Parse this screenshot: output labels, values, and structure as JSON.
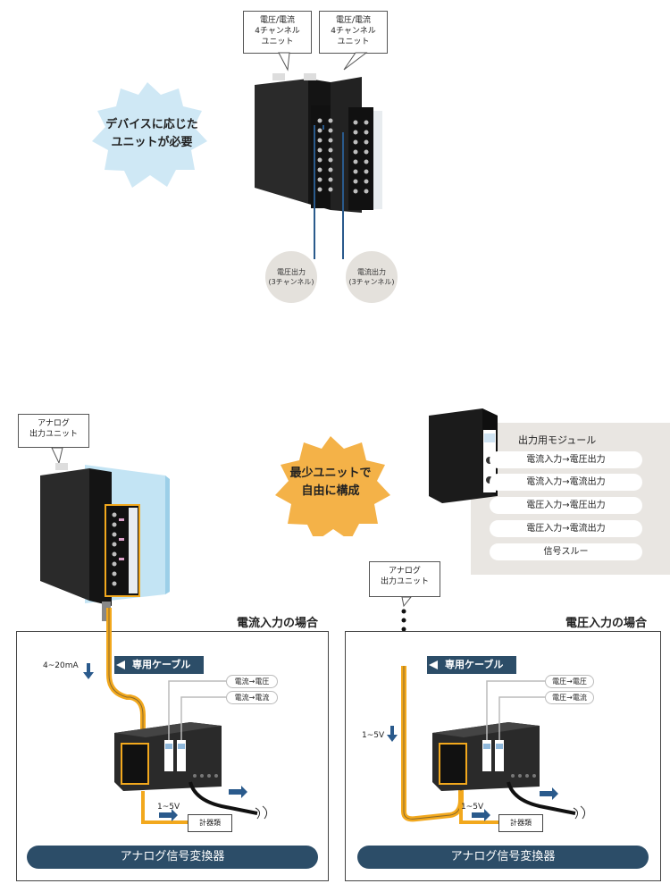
{
  "top": {
    "callout_left": "電圧/電流\n4チャンネル\nユニット",
    "callout_right": "電圧/電流\n4チャンネル\nユニット",
    "burst_text": "デバイスに応じた\nユニットが必要",
    "circle_left": "電圧出力\n(3チャンネル)",
    "circle_right": "電流出力\n(3チャンネル)"
  },
  "middle": {
    "analog_callout": "アナログ\n出力ユニット",
    "burst_text": "最少ユニットで\n自由に構成",
    "module_title": "出力用モジュール",
    "module_items": [
      "電流入力→電圧出力",
      "電流入力→電流出力",
      "電圧入力→電圧出力",
      "電圧入力→電流出力",
      "信号スルー"
    ]
  },
  "case_current": {
    "title": "電流入力の場合",
    "input_label": "4~20mA",
    "cable_label": "専用ケーブル",
    "tag_1": "電流→電圧",
    "tag_2": "電流→電流",
    "output_label": "1~5V",
    "meter": "計器類",
    "footer": "アナログ信号変換器"
  },
  "case_voltage": {
    "analog_callout": "アナログ\n出力ユニット",
    "title": "電圧入力の場合",
    "input_label": "1~5V",
    "cable_label": "専用ケーブル",
    "tag_1": "電圧→電圧",
    "tag_2": "電圧→電流",
    "output_label": "1~5V",
    "meter": "計器類",
    "footer": "アナログ信号変換器"
  },
  "colors": {
    "unit_body": "#1b1b1b",
    "cable_orange": "#f2a81d",
    "wire_blue": "#2a5a8c",
    "burst_blue": "#cfe8f5",
    "burst_orange": "#f4b248",
    "navy": "#2c4d68",
    "chevron": "#4f7d9c",
    "panel_gray": "#e9e6e2",
    "circle_gray": "#e4e1dc"
  }
}
